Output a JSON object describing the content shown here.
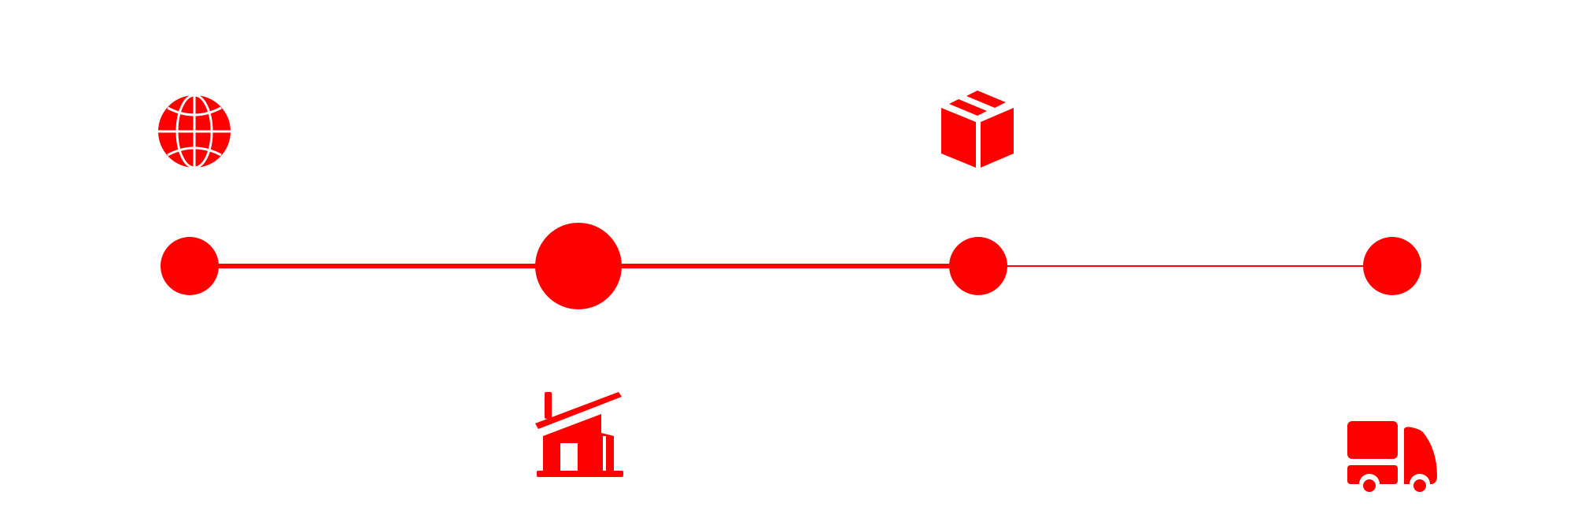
{
  "colors": {
    "accent": "#ff0000",
    "background": "#ffffff"
  },
  "timeline": {
    "steps": [
      {
        "icon": "globe-icon",
        "position": "above"
      },
      {
        "icon": "warehouse-icon",
        "position": "below",
        "highlighted": true
      },
      {
        "icon": "package-icon",
        "position": "above"
      },
      {
        "icon": "delivery-truck-icon",
        "position": "below"
      }
    ]
  }
}
